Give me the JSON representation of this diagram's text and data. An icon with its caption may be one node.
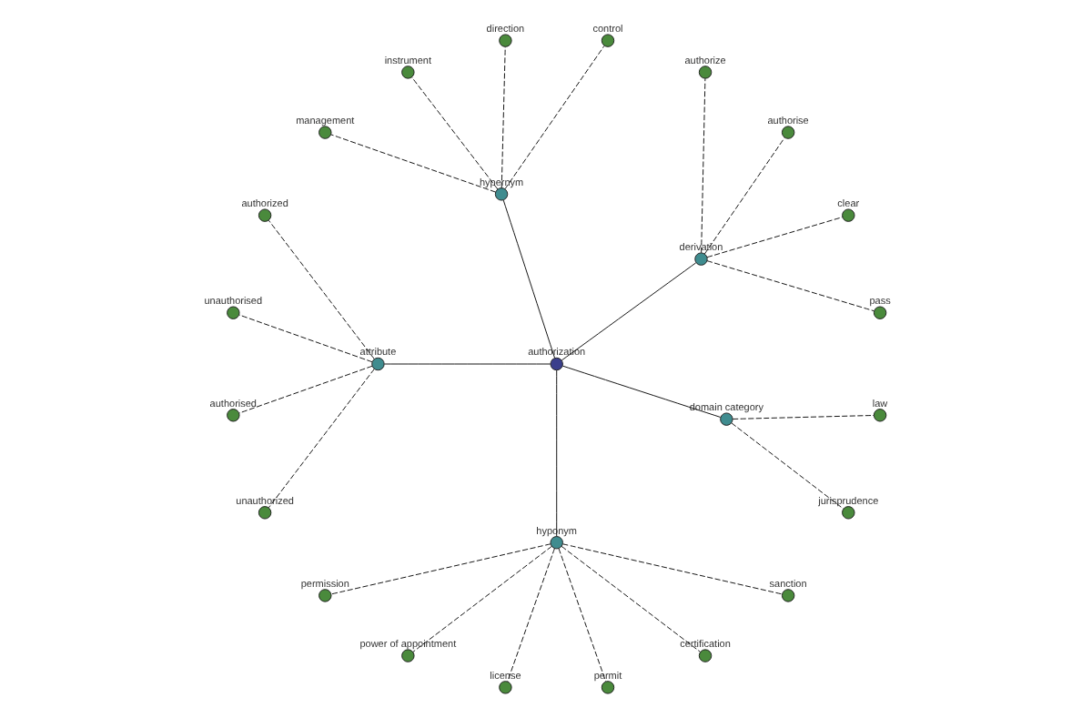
{
  "diagram": {
    "nodes": [
      {
        "text": [
          "authorization"
        ]
      },
      {
        "text": [
          "derivation"
        ]
      },
      {
        "text": [
          "pass"
        ]
      },
      {
        "text": [
          "clear"
        ]
      },
      {
        "text": [
          "authorise"
        ]
      },
      {
        "text": [
          "authorize"
        ]
      },
      {
        "text": [
          "hypernym"
        ]
      },
      {
        "text": [
          "control"
        ]
      },
      {
        "text": [
          "direction"
        ]
      },
      {
        "text": [
          "instrument"
        ]
      },
      {
        "text": [
          "management"
        ]
      },
      {
        "text": [
          "attribute"
        ]
      },
      {
        "text": [
          "authorized"
        ]
      },
      {
        "text": [
          "unauthorised"
        ]
      },
      {
        "text": [
          "authorised"
        ]
      },
      {
        "text": [
          "unauthorized"
        ]
      },
      {
        "text": [
          "hyponym"
        ]
      },
      {
        "text": [
          "permission"
        ]
      },
      {
        "text": [
          "power of appointment"
        ]
      },
      {
        "text": [
          "license"
        ]
      },
      {
        "text": [
          "permit"
        ]
      },
      {
        "text": [
          "certification"
        ]
      },
      {
        "text": [
          "sanction"
        ]
      },
      {
        "text": [
          "domain category"
        ]
      },
      {
        "text": [
          "jurisprudence"
        ]
      },
      {
        "text": [
          "law"
        ]
      }
    ],
    "edges": [
      {
        "from": 0,
        "to": 1,
        "arrow": "none"
      },
      {
        "from": 1,
        "to": 2,
        "arrow": "none",
        "style": "dashed"
      },
      {
        "from": 1,
        "to": 3,
        "arrow": "none",
        "style": "dashed"
      },
      {
        "from": 1,
        "to": 4,
        "arrow": "none",
        "style": "dashed"
      },
      {
        "from": 1,
        "to": 5,
        "arrow": "none",
        "style": "dashed"
      },
      {
        "from": 0,
        "to": 6,
        "arrow": "none"
      },
      {
        "from": 6,
        "to": 7,
        "arrow": "none",
        "style": "dashed"
      },
      {
        "from": 6,
        "to": 8,
        "arrow": "none",
        "style": "dashed"
      },
      {
        "from": 6,
        "to": 9,
        "arrow": "none",
        "style": "dashed"
      },
      {
        "from": 6,
        "to": 10,
        "arrow": "none",
        "style": "dashed"
      },
      {
        "from": 0,
        "to": 11,
        "arrow": "none"
      },
      {
        "from": 11,
        "to": 12,
        "arrow": "none",
        "style": "dashed"
      },
      {
        "from": 11,
        "to": 13,
        "arrow": "none",
        "style": "dashed"
      },
      {
        "from": 11,
        "to": 14,
        "arrow": "none",
        "style": "dashed"
      },
      {
        "from": 11,
        "to": 15,
        "arrow": "none",
        "style": "dashed"
      },
      {
        "from": 0,
        "to": 16,
        "arrow": "none"
      },
      {
        "from": 16,
        "to": 17,
        "arrow": "none",
        "style": "dashed"
      },
      {
        "from": 16,
        "to": 18,
        "arrow": "none",
        "style": "dashed"
      },
      {
        "from": 16,
        "to": 19,
        "arrow": "none",
        "style": "dashed"
      },
      {
        "from": 16,
        "to": 20,
        "arrow": "none",
        "style": "dashed"
      },
      {
        "from": 16,
        "to": 21,
        "arrow": "none",
        "style": "dashed"
      },
      {
        "from": 16,
        "to": 22,
        "arrow": "none",
        "style": "dashed"
      },
      {
        "from": 0,
        "to": 23,
        "arrow": "none"
      },
      {
        "from": 23,
        "to": 24,
        "arrow": "none",
        "style": "dashed"
      },
      {
        "from": 23,
        "to": 25,
        "arrow": "none",
        "style": "dashed"
      }
    ]
  }
}
